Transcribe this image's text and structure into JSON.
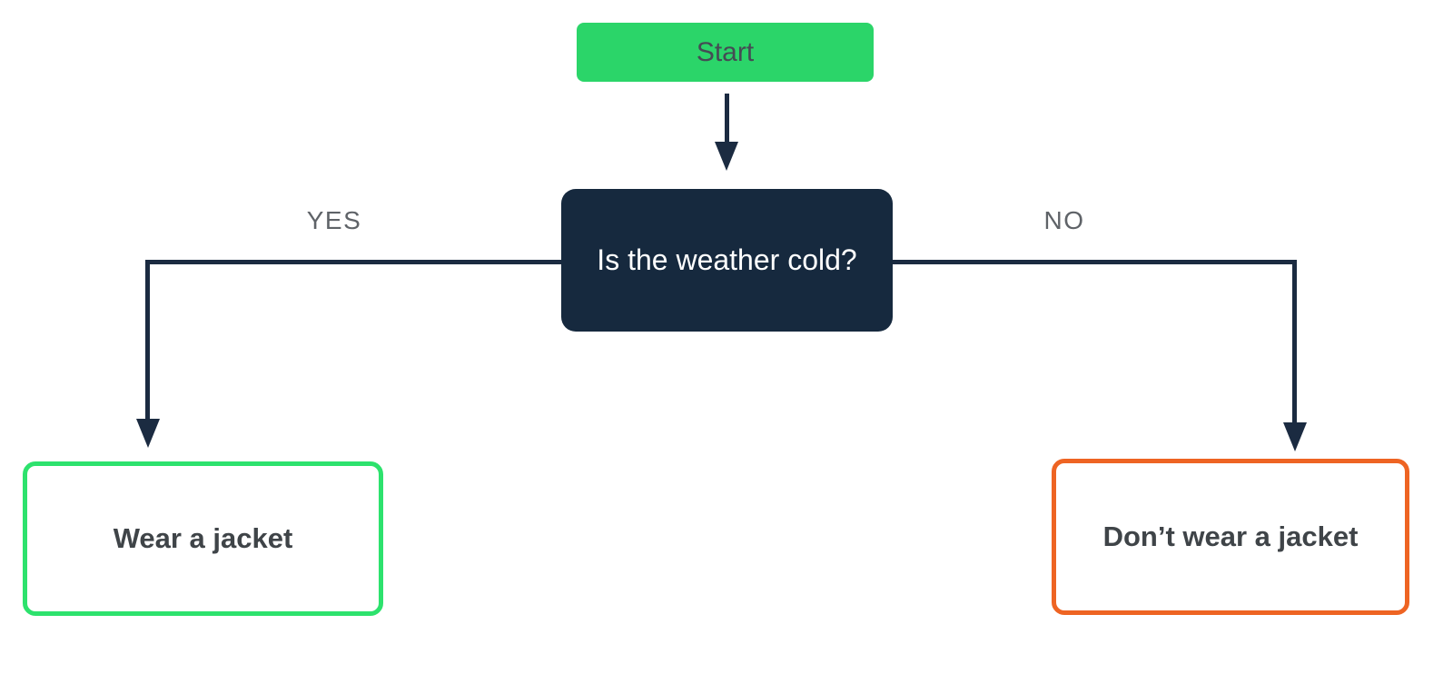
{
  "nodes": {
    "start": {
      "label": "Start"
    },
    "decision": {
      "label": "Is the weather cold?"
    },
    "yes_outcome": {
      "label": "Wear a jacket"
    },
    "no_outcome": {
      "label": "Don’t wear a jacket"
    }
  },
  "edges": {
    "yes": {
      "label": "YES"
    },
    "no": {
      "label": "NO"
    }
  },
  "colors": {
    "start-fill": "#2bd569",
    "decision-fill": "#16293e",
    "connector": "#1b2b41",
    "yes-border": "#2de26d",
    "no-border": "#ee6423",
    "edge-label": "#5f6368",
    "outcome-text": "#3f4448",
    "start-text": "#454b54",
    "decision-text": "#ffffff"
  }
}
